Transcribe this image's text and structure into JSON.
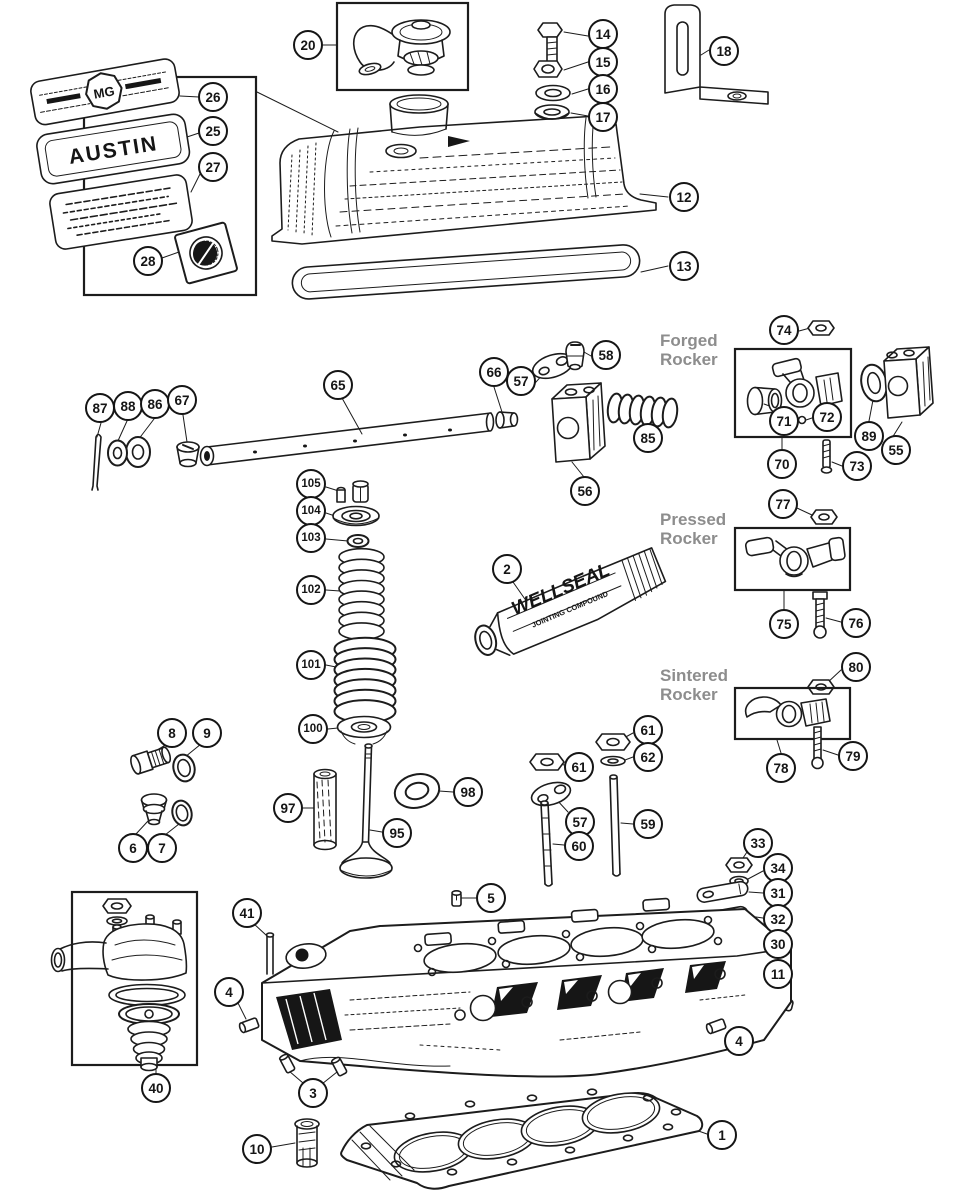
{
  "section_labels": {
    "forged": "Forged Rocker",
    "pressed": "Pressed Rocker",
    "sintered": "Sintered Rocker"
  },
  "badges": {
    "mg": "MG",
    "austin": "AUSTIN"
  },
  "tube": {
    "brand": "WELLSEAL",
    "subtitle": "JOINTING COMPOUND"
  },
  "callouts": {
    "c1": "1",
    "c2": "2",
    "c3": "3",
    "c4": "4",
    "c5": "5",
    "c6": "6",
    "c7": "7",
    "c8": "8",
    "c9": "9",
    "c10": "10",
    "c11": "11",
    "c12": "12",
    "c13": "13",
    "c14": "14",
    "c15": "15",
    "c16": "16",
    "c17": "17",
    "c18": "18",
    "c20": "20",
    "c25": "25",
    "c26": "26",
    "c27": "27",
    "c28": "28",
    "c30": "30",
    "c31": "31",
    "c32": "32",
    "c33": "33",
    "c34": "34",
    "c40": "40",
    "c41": "41",
    "c55": "55",
    "c56": "56",
    "c57": "57",
    "c58": "58",
    "c59": "59",
    "c60": "60",
    "c61": "61",
    "c62": "62",
    "c65": "65",
    "c66": "66",
    "c67": "67",
    "c70": "70",
    "c71": "71",
    "c72": "72",
    "c73": "73",
    "c74": "74",
    "c75": "75",
    "c76": "76",
    "c77": "77",
    "c78": "78",
    "c79": "79",
    "c80": "80",
    "c85": "85",
    "c86": "86",
    "c87": "87",
    "c88": "88",
    "c89": "89",
    "c95": "95",
    "c97": "97",
    "c98": "98",
    "c100": "100",
    "c101": "101",
    "c102": "102",
    "c103": "103",
    "c104": "104",
    "c105": "105"
  }
}
